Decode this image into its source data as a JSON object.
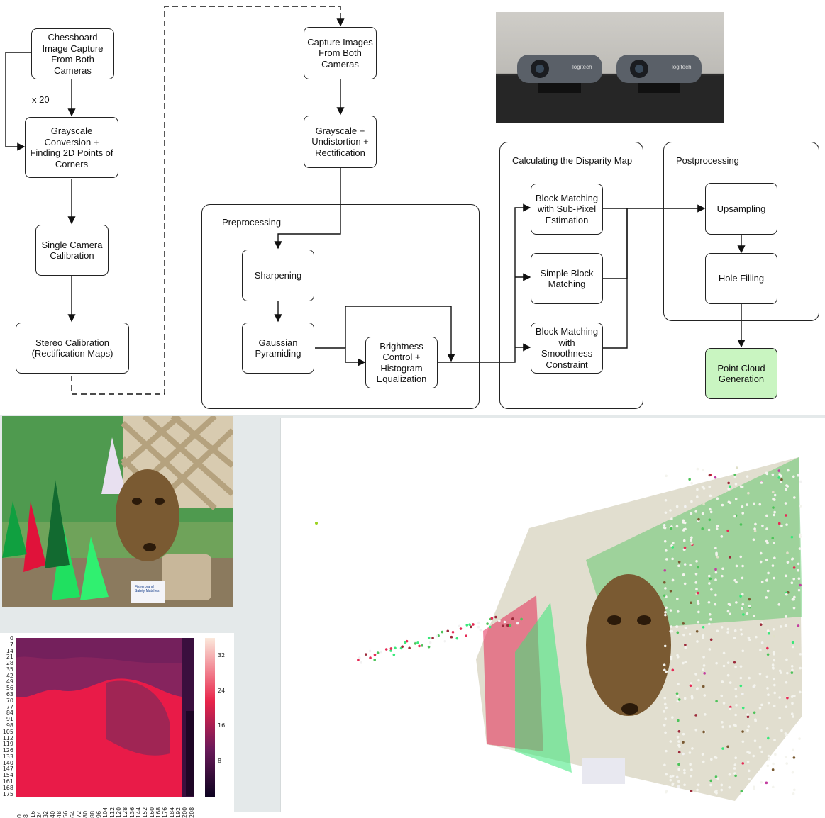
{
  "flow": {
    "chessboard": "Chessboard\nImage Capture\nFrom Both\nCameras",
    "repeat": "x 20",
    "grayscale_corners": "Grayscale\nConversion +\nFinding 2D Points of\nCorners",
    "single_cal": "Single Camera\nCalibration",
    "stereo_cal": "Stereo Calibration\n(Rectification Maps)",
    "capture": "Capture Images\nFrom Both\nCameras",
    "undistort": "Grayscale +\nUndistortion +\nRectification",
    "preprocessing": "Preprocessing",
    "sharpening": "Sharpening",
    "gaussian": "Gaussian\nPyramiding",
    "brightness": "Brightness\nControl +\nHistogram\nEqualization",
    "disparity_group": "Calculating the Disparity Map",
    "bm_subpixel": "Block Matching\nwith Sub-Pixel\nEstimation",
    "simple_bm": "Simple Block\nMatching",
    "bm_smooth": "Block Matching\nwith\nSmoothness\nConstraint",
    "postprocessing": "Postprocessing",
    "upsampling": "Upsampling",
    "hole_filling": "Hole Filling",
    "point_cloud": "Point Cloud\nGeneration"
  },
  "camera_photo": {
    "brand": [
      "logitech",
      "logitech"
    ]
  },
  "scene_photo": {
    "label": "Fisherbrand\nSafety Matches"
  },
  "heatmap": {
    "y_ticks": [
      "0",
      "7",
      "14",
      "21",
      "28",
      "35",
      "42",
      "49",
      "56",
      "63",
      "70",
      "77",
      "84",
      "91",
      "98",
      "105",
      "112",
      "119",
      "126",
      "133",
      "140",
      "147",
      "154",
      "161",
      "168",
      "175"
    ],
    "x_ticks": [
      "0",
      "8",
      "16",
      "24",
      "32",
      "40",
      "48",
      "56",
      "64",
      "72",
      "80",
      "88",
      "96",
      "104",
      "112",
      "120",
      "128",
      "136",
      "144",
      "152",
      "160",
      "168",
      "176",
      "184",
      "192",
      "200",
      "208"
    ],
    "colorbar_ticks": [
      "32",
      "24",
      "16",
      "8"
    ]
  },
  "colors": {
    "highlight": "#c9f5c1",
    "node_border": "#222222"
  }
}
